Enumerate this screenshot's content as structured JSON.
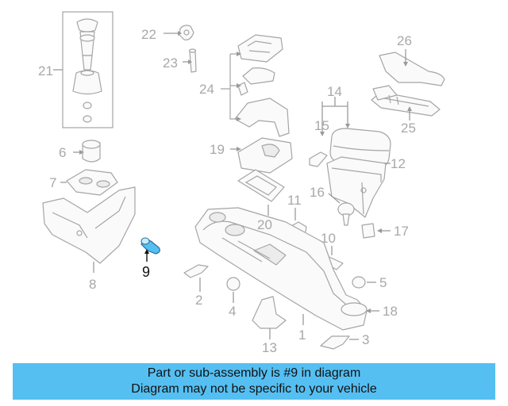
{
  "colors": {
    "banner_background": "#55bff2",
    "highlighted_part": "#55bff2",
    "diagram_line": "#a5a5a5",
    "callout_text": "#a8a8a8",
    "highlighted_callout_text": "#111111"
  },
  "diagram": {
    "highlighted_part": "9",
    "callouts": {
      "c1": "1",
      "c2": "2",
      "c3": "3",
      "c4": "4",
      "c5": "5",
      "c6": "6",
      "c7": "7",
      "c8": "8",
      "c9": "9",
      "c10": "10",
      "c11": "11",
      "c12": "12",
      "c13": "13",
      "c14": "14",
      "c15": "15",
      "c16": "16",
      "c17": "17",
      "c18": "18",
      "c19": "19",
      "c20": "20",
      "c21": "21",
      "c22": "22",
      "c23": "23",
      "c24": "24",
      "c25": "25",
      "c26": "26"
    }
  },
  "banner": {
    "line1": "Part or sub-assembly is #9 in diagram",
    "line2": "Diagram may not be specific to your vehicle"
  }
}
